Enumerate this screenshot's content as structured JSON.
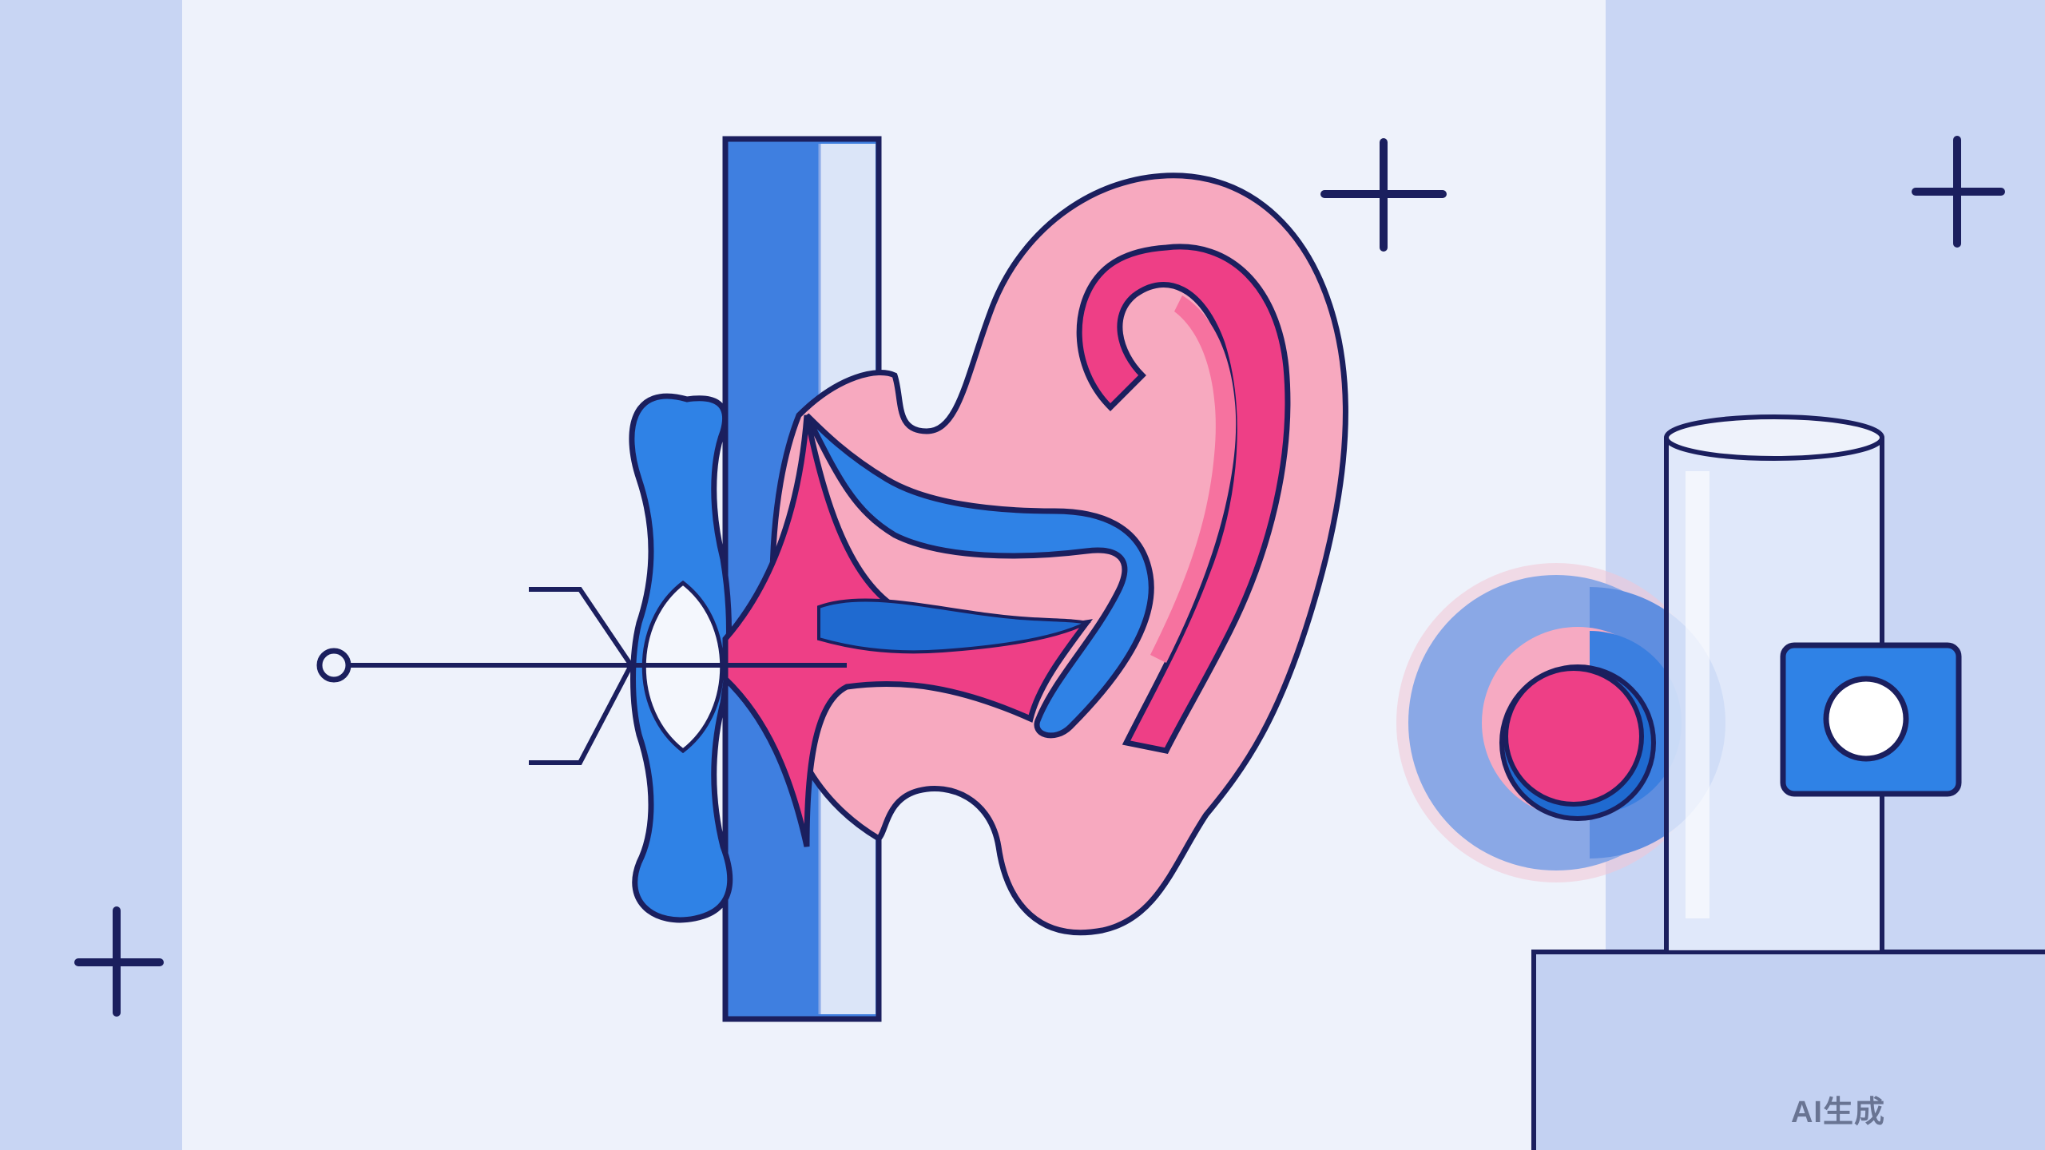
{
  "watermark": {
    "text": "AI生成"
  },
  "colors": {
    "background": "#eef2fb",
    "side_panel": "#c8d5f3",
    "outline": "#1b1f5e",
    "blue": "#2f82e6",
    "ear_pink": "#f7a9bf",
    "hot_pink": "#ee3f86",
    "glass": "#e4ebfa"
  },
  "icons": [
    "plus-icon",
    "ear-illustration",
    "sound-target-icon",
    "glass-cylinder",
    "square-ring-icon"
  ]
}
